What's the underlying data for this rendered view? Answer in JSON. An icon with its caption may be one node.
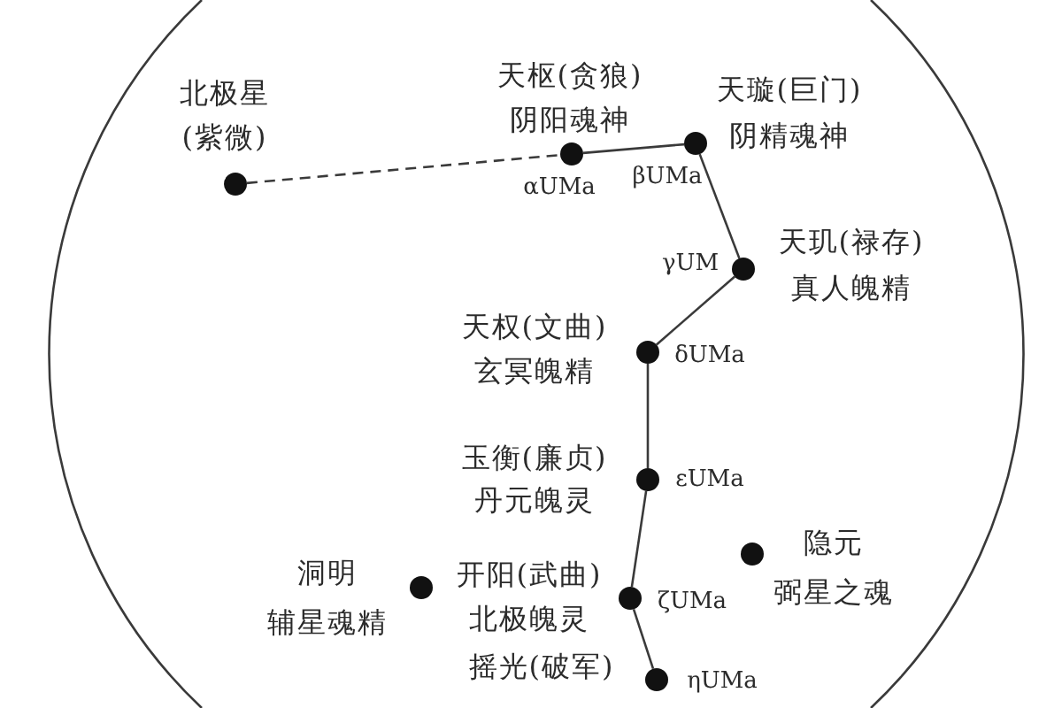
{
  "diagram": {
    "nodes": [
      {
        "text": [],
        "shape": "circle",
        "beside": [
          "北极星",
          "(紫微)"
        ]
      },
      {
        "text": [],
        "shape": "circle",
        "beside": [
          "天枢(贪狼)",
          "阴阳魂神",
          "αUMa"
        ]
      },
      {
        "text": [],
        "shape": "circle",
        "beside": [
          "天璇(巨门)",
          "阴精魂神",
          "βUMa"
        ]
      },
      {
        "text": [],
        "shape": "circle",
        "beside": [
          "天玑(禄存)",
          "真人魄精",
          "γUM"
        ]
      },
      {
        "text": [],
        "shape": "circle",
        "beside": [
          "天权(文曲)",
          "玄冥魄精",
          "δUMa"
        ]
      },
      {
        "text": [],
        "shape": "circle",
        "beside": [
          "玉衡(廉贞)",
          "丹元魄灵",
          "εUMa"
        ]
      },
      {
        "text": [],
        "shape": "circle",
        "beside": [
          "隐元",
          "弼星之魂"
        ]
      },
      {
        "text": [],
        "shape": "circle",
        "beside": [
          "洞明",
          "辅星魂精"
        ]
      },
      {
        "text": [],
        "shape": "circle",
        "beside": [
          "开阳(武曲)",
          "北极魄灵",
          "ζUMa"
        ]
      },
      {
        "text": [],
        "shape": "circle",
        "beside": [
          "摇光(破军)",
          "ηUMa"
        ]
      }
    ],
    "edges": [
      {
        "from": 0,
        "to": 1,
        "arrow": "none",
        "style": "dashed"
      },
      {
        "from": 1,
        "to": 2,
        "arrow": "none"
      },
      {
        "from": 2,
        "to": 3,
        "arrow": "none"
      },
      {
        "from": 3,
        "to": 4,
        "arrow": "none"
      },
      {
        "from": 4,
        "to": 5,
        "arrow": "none"
      },
      {
        "from": 5,
        "to": 8,
        "arrow": "none"
      },
      {
        "from": 8,
        "to": 9,
        "arrow": "none"
      }
    ]
  }
}
